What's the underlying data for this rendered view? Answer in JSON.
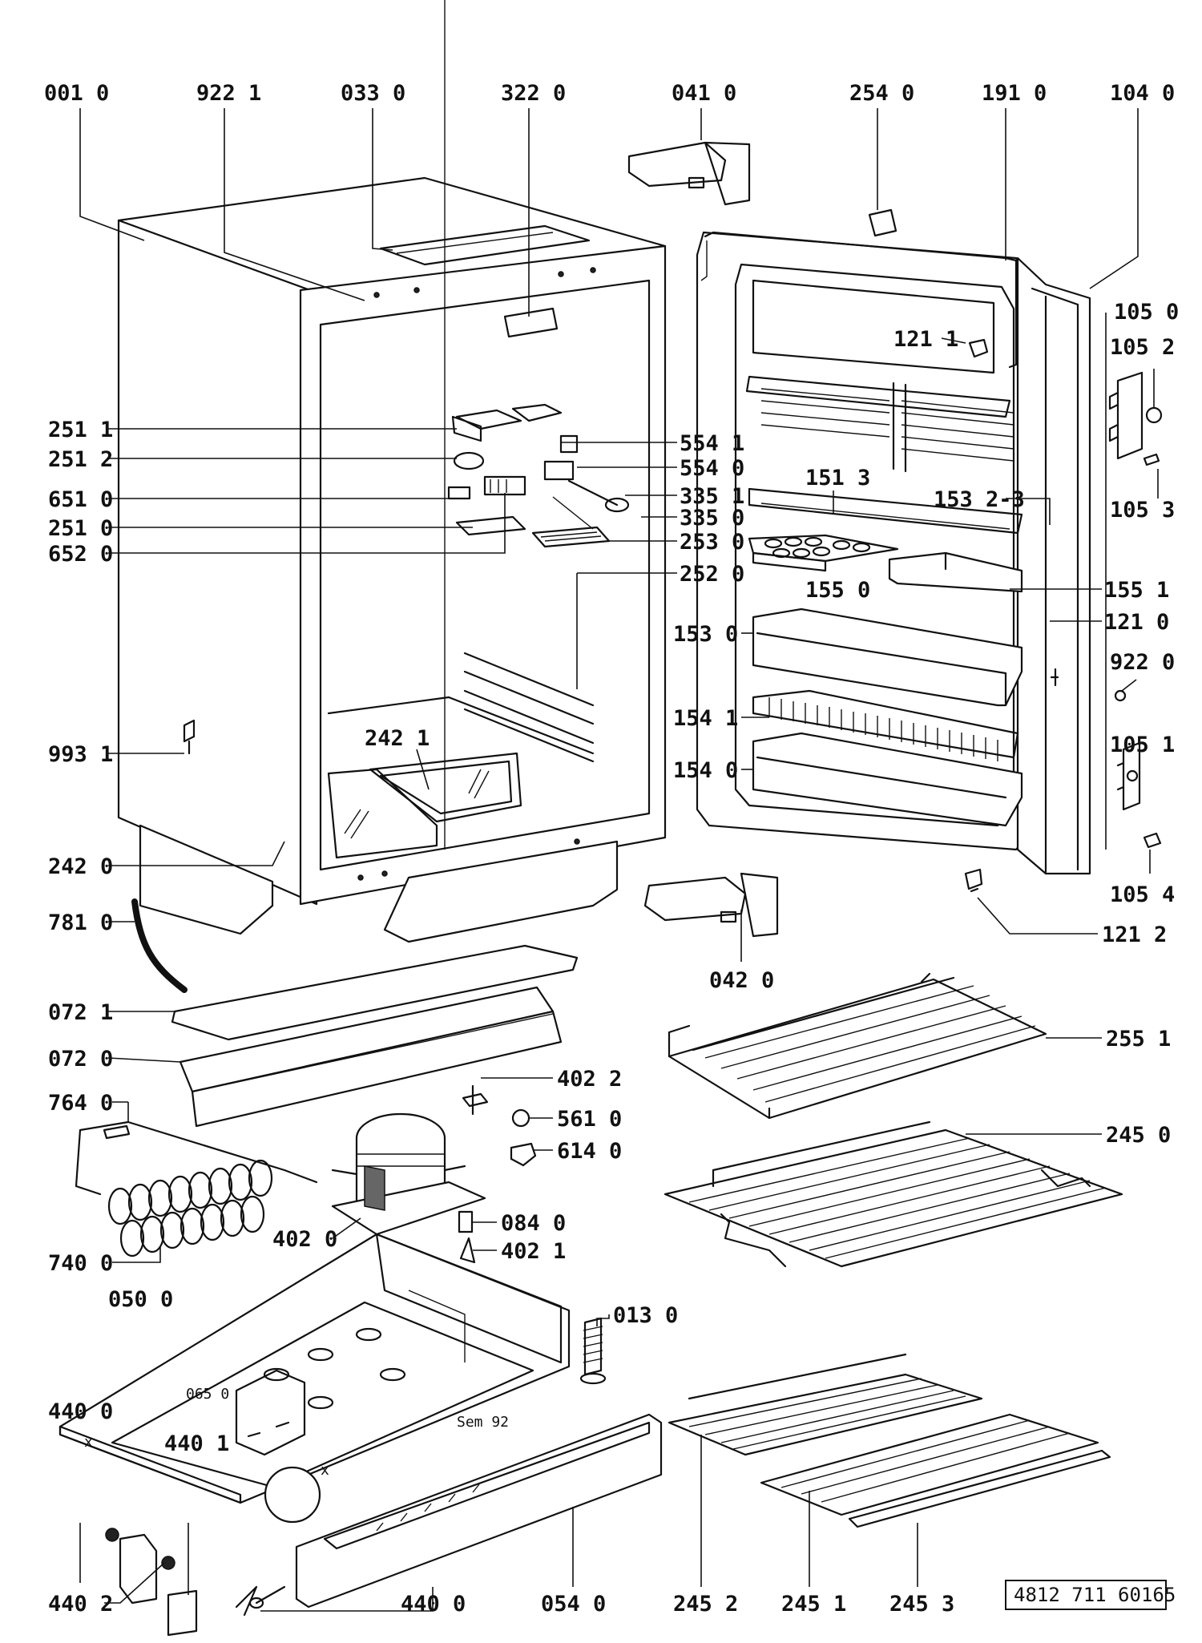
{
  "labels": {
    "l0010": "001 0",
    "l9221a": "922 1",
    "l0330": "033 0",
    "l3220": "322 0",
    "l0410": "041 0",
    "l2540": "254 0",
    "l1910": "191 0",
    "l1040": "104 0",
    "l1050": "105 0",
    "l1052": "105 2",
    "l1053": "105 3",
    "l1211a": "121 1",
    "l2511": "251 1",
    "l2512": "251 2",
    "l6510": "651 0",
    "l2510": "251 0",
    "l6520": "652 0",
    "l5541": "554 1",
    "l5540": "554 0",
    "l3351": "335 1",
    "l3350": "335 0",
    "l2530": "253 0",
    "l2520": "252 0",
    "l1513": "151 3",
    "l1532": "153 2-3",
    "l1550": "155 0",
    "l1551": "155 1",
    "l1210": "121 0",
    "l1530": "153 0",
    "l9220": "922 0",
    "l1541": "154 1",
    "l1540": "154 0",
    "l1051": "105 1",
    "l1054": "105 4",
    "l9931": "993 1",
    "l2421": "242 1",
    "l2420": "242 0",
    "l7810": "781 0",
    "l0420": "042 0",
    "l1212": "121 2",
    "l0721": "072 1",
    "l0720": "072 0",
    "l2551": "255 1",
    "l7640": "764 0",
    "l4022": "402 2",
    "l5610": "561 0",
    "l6140": "614 0",
    "l2450": "245 0",
    "l4020": "402 0",
    "l0840": "084 0",
    "l4021": "402 1",
    "l7400": "740 0",
    "l0500": "050 0",
    "l0130": "013 0",
    "l0650": "065 0",
    "l4400a": "440 0",
    "l4401": "440 1",
    "l4402": "440 2",
    "l4400b": "440 0",
    "l0540": "054 0",
    "l2452": "245 2",
    "l2451": "245 1",
    "l2453": "245 3",
    "markX1": "x",
    "markX2": "x",
    "stamp": "Sem 92"
  },
  "reference_number": "4812 711 60165"
}
